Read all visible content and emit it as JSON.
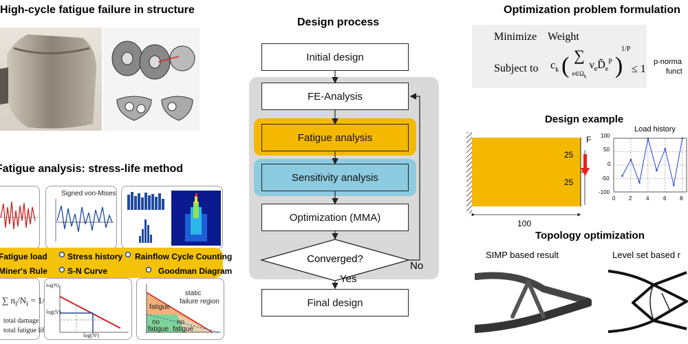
{
  "sections": {
    "fatigue_failure_title": "High-cycle fatigue failure in structure",
    "stress_life_title": "Fatigue analysis: stress-life method",
    "design_process_title": "Design process",
    "opt_formulation_title": "Optimization problem formulation",
    "design_example_title": "Design example",
    "topology_title": "Topology optimization"
  },
  "stress_life": {
    "signed_von_mises_label": "Signed von-Mises",
    "row1": [
      "Fatigue load",
      "Stress history",
      "Rainflow Cycle  Counting"
    ],
    "row2": [
      "Miner's Rule",
      "S-N Curve",
      "Goodman Diagram"
    ],
    "miner_total_damage": "total damage",
    "miner_total_life": "total fatigue life",
    "goodman_static_region": "static",
    "goodman_failure_region": "failure region",
    "goodman_fatigue": "fatigue",
    "goodman_no_fatigue_1": "no",
    "goodman_no_fatigue_2": "fatigue",
    "sn_axis_labels": [
      "log(N)",
      "log(Sⁱ)",
      "log(Nⁱ)"
    ]
  },
  "flowchart": {
    "steps": [
      "Initial design",
      "FE-Analysis",
      "Fatigue analysis",
      "Sensitivity analysis",
      "Optimization (MMA)",
      "Converged?",
      "Final design"
    ],
    "yes_label": "Yes",
    "no_label": "No"
  },
  "formulation": {
    "minimize_label": "Minimize",
    "minimize_obj": "Weight",
    "subject_label": "Subject to",
    "pnorm_note": "p-norma",
    "pnorm_note2": "funct",
    "constraint_rhs": "≤ 1",
    "exponent": "1/P"
  },
  "design_example": {
    "force_label": "F",
    "dim_top": "25",
    "dim_bottom": "25",
    "dim_width": "100",
    "load_history_title": "Load history",
    "yticks": [
      "100",
      "50",
      "0",
      "-50",
      "-100"
    ],
    "xticks": [
      "0",
      "2",
      "4",
      "6",
      "8"
    ]
  },
  "topology": {
    "simp_label": "SIMP based result",
    "levelset_label": "Level set based r"
  },
  "chart_data": {
    "type": "line",
    "title": "Load history",
    "x": [
      1,
      2,
      3,
      4,
      5,
      6,
      7,
      8
    ],
    "series": [
      {
        "values": [
          -40,
          20,
          -65,
          100,
          -20,
          60,
          -75,
          100
        ]
      }
    ],
    "xlim": [
      0,
      8.5
    ],
    "ylim": [
      -100,
      100
    ],
    "grid": true
  },
  "colors": {
    "orange": "#f5b800",
    "blue": "#8ccbe0",
    "gray_panel": "#d9d9d9",
    "red": "#e8221c",
    "navy": "#1f4aa0",
    "yellow_band": "#f5c20a"
  }
}
